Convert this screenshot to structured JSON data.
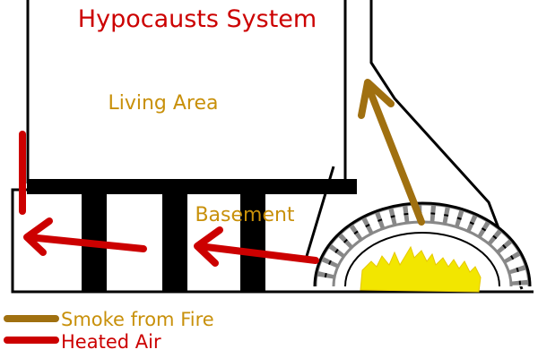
{
  "title": "Hypocausts System",
  "labels": {
    "living_area": "Living Area",
    "basement": "Basement"
  },
  "legend": [
    {
      "key": "smoke",
      "text": "Smoke from Fire",
      "color": "#a07010"
    },
    {
      "key": "heated",
      "text": "Heated Air",
      "color": "#cc0000"
    }
  ],
  "colors": {
    "title": "#cc0000",
    "label": "#c8900a",
    "structure": "#000000",
    "fire": "#f2e600",
    "arch": "#888888",
    "heated_air": "#cc0000",
    "smoke": "#a07010"
  }
}
